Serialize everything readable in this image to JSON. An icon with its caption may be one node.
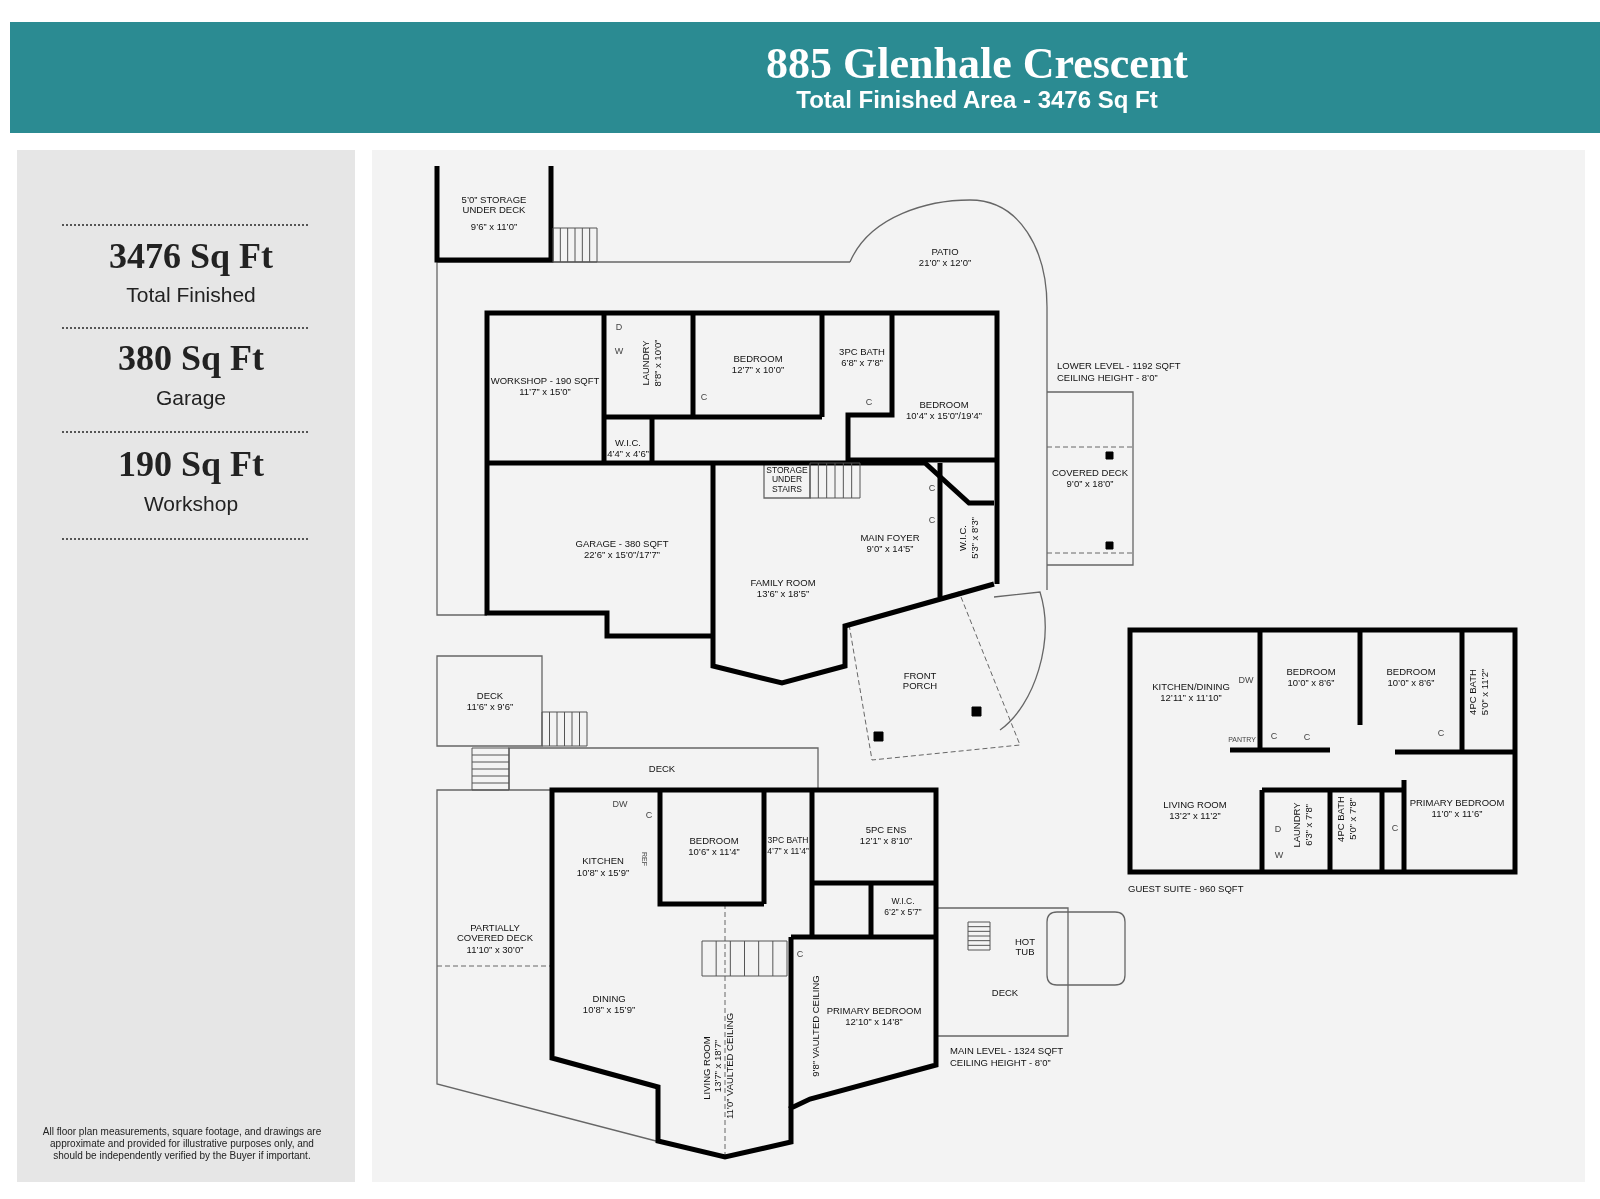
{
  "diagram": {
    "title": "885 Glenhale Crescent",
    "labels": [
      "Total Finished Area - 3476 Sq Ft",
      "3476 Sq Ft",
      "Total Finished",
      "380 Sq Ft",
      "Garage",
      "190 Sq Ft",
      "Workshop",
      "5’0” STORAGE UNDER DECK",
      "9’6” x 11’0”",
      "PATIO",
      "21’0” x 12’0”",
      "D",
      "W",
      "3PC BATH",
      "6’8” x 7’8”",
      "LAUNDRY",
      "8’8” x 10’0”",
      "BEDROOM",
      "12’7” x 10’0”",
      "LOWER LEVEL - 1192 SQFT",
      "CEILING HEIGHT - 8’0”",
      "WORKSHOP - 190 SQFT",
      "11’7” x 15’0”",
      "C",
      "C",
      "BEDROOM",
      "10’4” x 15’0”/19’4”",
      "W.I.C.",
      "4’4” x 4’6”",
      "STORAGE UNDER STAIRS",
      "COVERED DECK",
      "9’0” x 18’0”",
      "C",
      "C",
      "MAIN FOYER",
      "9’0” x 14’5”",
      "W.I.C.",
      "5’3” x 8’3”",
      "GARAGE - 380 SQFT",
      "22’6” x 15’0”/17’7”",
      "FAMILY ROOM",
      "13’6” x 18’5”",
      "FRONT PORCH",
      "DECK",
      "11’6” x 9’6”",
      "KITCHEN/DINING",
      "12’11” x 11’10”",
      "DW",
      "BEDROOM",
      "10’0” x 8’6”",
      "BEDROOM",
      "10’0” x 8’6”",
      "4PC BATH",
      "5’0” x 11’2”",
      "PANTRY",
      "C",
      "C",
      "C",
      "LIVING ROOM",
      "13’2” x 11’2”",
      "PRIMARY BEDROOM",
      "11’0” x 11’6”",
      "LAUNDRY",
      "6’3” x 7’8”",
      "4PC BATH",
      "5’0” x 7’8”",
      "D",
      "W",
      "C",
      "GUEST SUITE - 960 SQFT",
      "DECK",
      "DW",
      "C",
      "BEDROOM",
      "10’6” x 11’4”",
      "3PC BATH",
      "4’7” x 11’4”",
      "5PC ENS",
      "12’1” x 8’10”",
      "REF",
      "KITCHEN",
      "10’8” x 15’9”",
      "W.I.C.",
      "6’2” x 5’7”",
      "PARTIALLY COVERED DECK",
      "11’10” x 30’0”",
      "HOT TUB",
      "C",
      "DECK",
      "DINING",
      "10’8” x 15’9”",
      "PRIMARY BEDROOM",
      "12’10” x 14’8”",
      "9’8” VAULTED CEILING",
      "MAIN LEVEL - 1324 SQFT",
      "CEILING HEIGHT - 8’0”",
      "LIVING ROOM",
      "13’7” x 18’7”",
      "11’0” VAULTED CEILING",
      "All floor plan measurements, square footage, and drawings are approximate and provided for illustrative purposes only, and should be independently verified by the Buyer if important."
    ]
  }
}
